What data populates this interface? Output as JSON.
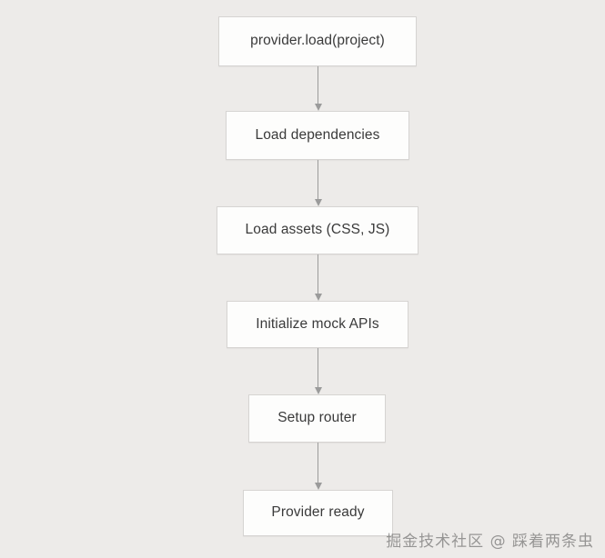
{
  "diagram": {
    "type": "flowchart",
    "orientation": "vertical",
    "background_color": "#edebe9",
    "node_fill_color": "#fdfdfc",
    "node_border_color": "#d6d4d2",
    "connector_color": "#9b9b9b",
    "text_color": "#3a3a3a",
    "nodes": [
      {
        "id": "provider-load",
        "label": "provider.load(project)"
      },
      {
        "id": "load-dependencies",
        "label": "Load dependencies"
      },
      {
        "id": "load-assets",
        "label": "Load assets (CSS, JS)"
      },
      {
        "id": "initialize-mock-apis",
        "label": "Initialize mock APIs"
      },
      {
        "id": "setup-router",
        "label": "Setup router"
      },
      {
        "id": "provider-ready",
        "label": "Provider ready"
      }
    ],
    "edges": [
      {
        "from": "provider-load",
        "to": "load-dependencies",
        "label": ""
      },
      {
        "from": "load-dependencies",
        "to": "load-assets",
        "label": ""
      },
      {
        "from": "load-assets",
        "to": "initialize-mock-apis",
        "label": ""
      },
      {
        "from": "initialize-mock-apis",
        "to": "setup-router",
        "label": ""
      },
      {
        "from": "setup-router",
        "to": "provider-ready",
        "label": ""
      }
    ]
  },
  "watermark": {
    "text": "掘金技术社区 @ 踩着两条虫"
  }
}
